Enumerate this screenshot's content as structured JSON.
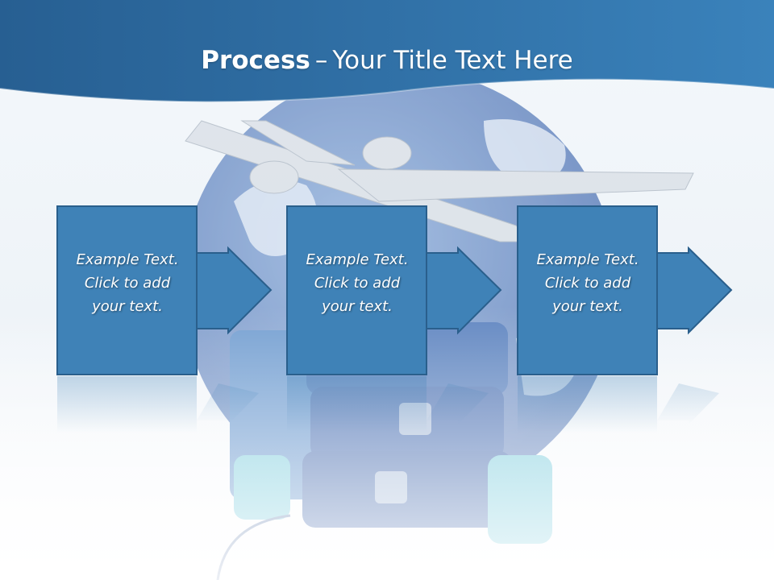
{
  "slide": {
    "title_bold": "Process",
    "title_separator": "–",
    "title_rest": "Your Title Text Here"
  },
  "steps": [
    {
      "lines": [
        "Example Text.",
        "Click  to add",
        "your text."
      ]
    },
    {
      "lines": [
        "Example Text.",
        "Click  to add",
        "your text."
      ]
    },
    {
      "lines": [
        "Example Text.",
        "Click  to add",
        "your text."
      ]
    }
  ],
  "colors": {
    "header": "#2f6b9e",
    "box_fill": "#3f82b7",
    "box_border": "#2a5f8c"
  },
  "background_art": [
    "globe",
    "airplane",
    "suitcases"
  ]
}
